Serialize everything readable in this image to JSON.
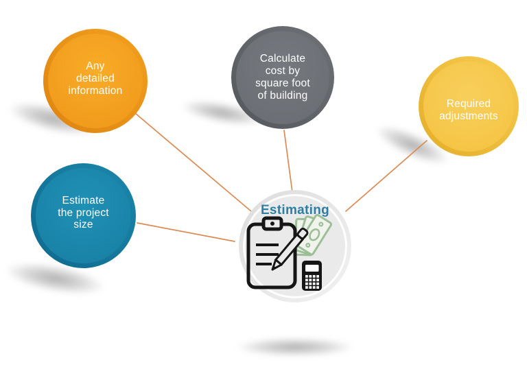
{
  "diagram": {
    "type": "radial-diagram",
    "center": {
      "label": "Estimating",
      "label_color": "#2C7FA3",
      "icons": [
        "clipboard-pencil-icon",
        "money-bills-icon",
        "calculator-icon"
      ]
    },
    "nodes": [
      {
        "id": "any-detailed-information",
        "label": "Any\ndetailed\ninformation",
        "color": "#F09A1B"
      },
      {
        "id": "calculate-cost-by-square-foot",
        "label": "Calculate\ncost by\nsquare foot\nof building",
        "color": "#6B6F74"
      },
      {
        "id": "required-adjustments",
        "label": "Required\nadjustments",
        "color": "#F5C444"
      },
      {
        "id": "estimate-the-project-size",
        "label": "Estimate\nthe project\nsize",
        "color": "#1981A6"
      }
    ],
    "connector_color": "#DD8A52",
    "node_text_color": "#FFFFFF",
    "hub_fill": "#EAEAEA",
    "icon_colors": {
      "outline": "#161616",
      "money_green": "#9CBF98"
    }
  }
}
